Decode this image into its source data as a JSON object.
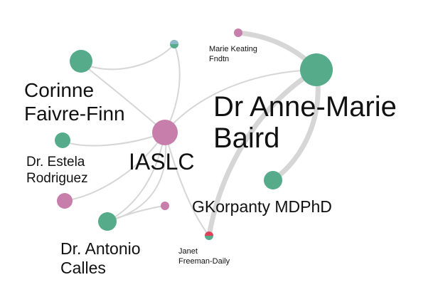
{
  "diagram": {
    "nodes": [
      {
        "id": "anne",
        "color": "#55ab8a"
      },
      {
        "id": "iaslc",
        "color": "#c77eab"
      },
      {
        "id": "corinne",
        "color": "#55ab8a"
      },
      {
        "id": "top_small",
        "color": "#55ab8a"
      },
      {
        "id": "marie",
        "color": "#c77eab"
      },
      {
        "id": "estela_dot",
        "color": "#55ab8a"
      },
      {
        "id": "pink_left",
        "color": "#c77eab"
      },
      {
        "id": "antonio",
        "color": "#55ab8a"
      },
      {
        "id": "pink_small",
        "color": "#c77eab"
      },
      {
        "id": "gkorpanty",
        "color": "#55ab8a"
      },
      {
        "id": "janet",
        "color": "#55ab8a",
        "accent": "#e0405a"
      }
    ],
    "labels": {
      "anne": [
        "Dr Anne-Marie",
        "Baird"
      ],
      "iaslc": [
        "IASLC"
      ],
      "corinne": [
        "Corinne",
        "Faivre-Finn"
      ],
      "estela": [
        "Dr. Estela",
        "Rodriguez"
      ],
      "antonio": [
        "Dr. Antonio",
        "Calles"
      ],
      "gkorpanty": [
        "GKorpanty MDPhD"
      ],
      "marie": [
        "Marie Keating",
        "Fndtn"
      ],
      "janet": [
        "Janet",
        "Freeman-Daily"
      ]
    },
    "edge_color": "#d6d6d6"
  }
}
